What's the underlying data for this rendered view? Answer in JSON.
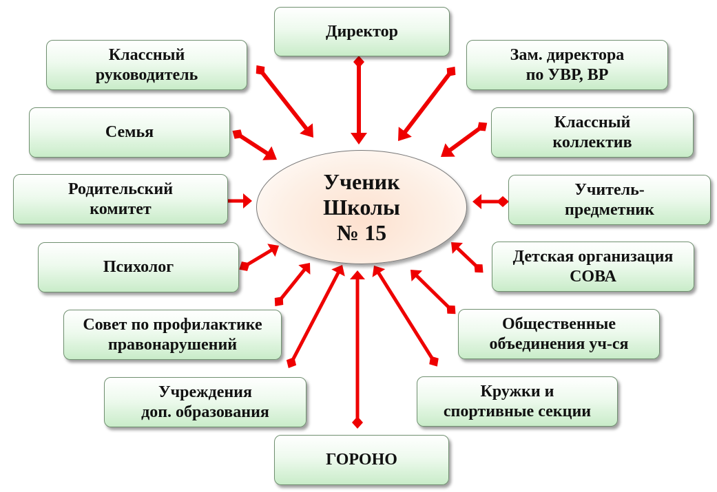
{
  "center": {
    "label": "Ученик\nШколы\n№ 15"
  },
  "nodes": [
    {
      "id": "director",
      "label": "Директор"
    },
    {
      "id": "deputy-director",
      "label": "Зам. директора\nпо УВР, ВР"
    },
    {
      "id": "class-teacher",
      "label": "Классный\nруководитель"
    },
    {
      "id": "class-collective",
      "label": "Классный\nколлектив"
    },
    {
      "id": "family",
      "label": "Семья"
    },
    {
      "id": "parent-committee",
      "label": "Родительский\nкомитет"
    },
    {
      "id": "subject-teacher",
      "label": "Учитель-\nпредметник"
    },
    {
      "id": "psychologist",
      "label": "Психолог"
    },
    {
      "id": "children-organization",
      "label": "Детская организация\nСОВА"
    },
    {
      "id": "prevention-council",
      "label": "Совет по профилактике\nправонарушений"
    },
    {
      "id": "public-associations",
      "label": "Общественные\nобъединения уч-ся"
    },
    {
      "id": "extra-education",
      "label": "Учреждения\nдоп. образования"
    },
    {
      "id": "clubs-sections",
      "label": "Кружки и\nспортивные секции"
    },
    {
      "id": "gorono",
      "label": "ГОРОНО"
    }
  ],
  "colors": {
    "arrow": "#ee0000",
    "box_border": "#6f8f6f",
    "box_fill_bottom": "#c9ecc9",
    "center_fill": "#fde1cf"
  }
}
